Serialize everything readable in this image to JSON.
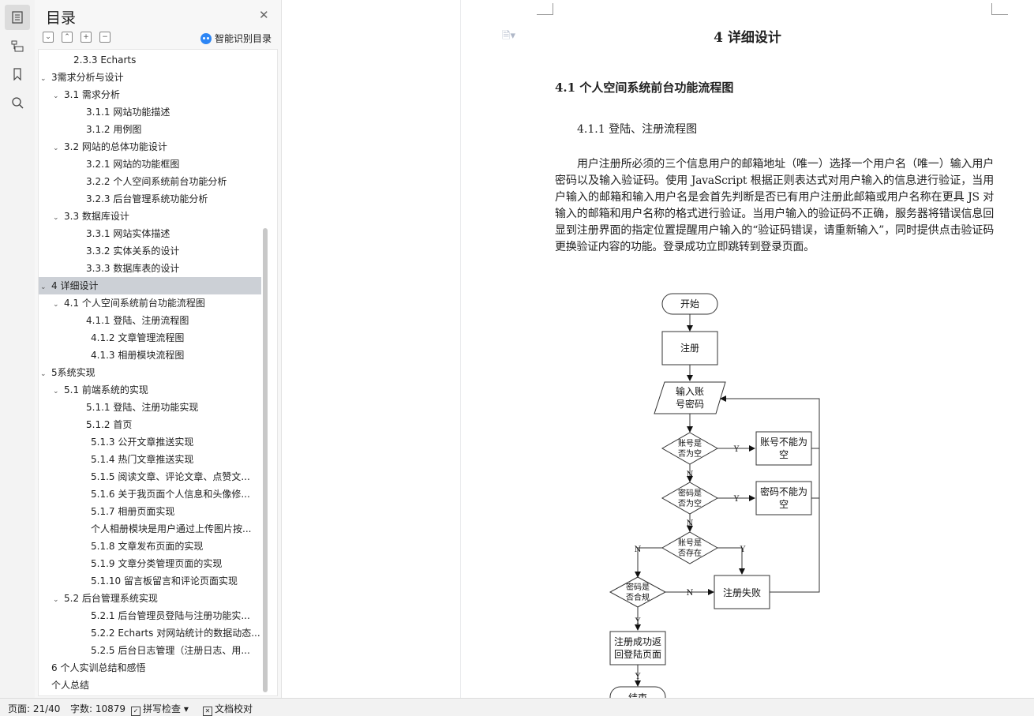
{
  "toc": {
    "title": "目录",
    "smart_label": "智能识别目录",
    "items": [
      {
        "text": "2.3.3 Echarts",
        "indent": 3,
        "chev": false
      },
      {
        "text": "3需求分析与设计",
        "indent": 1,
        "chev": true
      },
      {
        "text": "3.1 需求分析",
        "indent": 2,
        "chev": true
      },
      {
        "text": "3.1.1  网站功能描述",
        "indent": 4,
        "chev": false
      },
      {
        "text": "3.1.2  用例图",
        "indent": 4,
        "chev": false
      },
      {
        "text": "3.2  网站的总体功能设计",
        "indent": 2,
        "chev": true
      },
      {
        "text": "3.2.1 网站的功能框图",
        "indent": 4,
        "chev": false
      },
      {
        "text": "3.2.2 个人空间系统前台功能分析",
        "indent": 4,
        "chev": false
      },
      {
        "text": "3.2.3 后台管理系统功能分析",
        "indent": 4,
        "chev": false
      },
      {
        "text": "3.3 数据库设计",
        "indent": 2,
        "chev": true
      },
      {
        "text": "3.3.1  网站实体描述",
        "indent": 4,
        "chev": false
      },
      {
        "text": "3.3.2  实体关系的设计",
        "indent": 4,
        "chev": false
      },
      {
        "text": "3.3.3  数据库表的设计",
        "indent": 4,
        "chev": false
      },
      {
        "text": "4  详细设计",
        "indent": 1,
        "chev": true,
        "selected": true
      },
      {
        "text": "4.1  个人空间系统前台功能流程图",
        "indent": 2,
        "chev": true
      },
      {
        "text": "4.1.1  登陆、注册流程图",
        "indent": 4,
        "chev": false
      },
      {
        "text": "4.1.2  文章管理流程图",
        "indent": 5,
        "chev": false
      },
      {
        "text": "4.1.3  相册模块流程图",
        "indent": 5,
        "chev": false
      },
      {
        "text": "5系统实现",
        "indent": 1,
        "chev": true
      },
      {
        "text": "5.1  前端系统的实现",
        "indent": 2,
        "chev": true
      },
      {
        "text": "5.1.1  登陆、注册功能实现",
        "indent": 4,
        "chev": false
      },
      {
        "text": "5.1.2  首页",
        "indent": 4,
        "chev": false
      },
      {
        "text": "5.1.3  公开文章推送实现",
        "indent": 5,
        "chev": false
      },
      {
        "text": "5.1.4  热门文章推送实现",
        "indent": 5,
        "chev": false
      },
      {
        "text": "5.1.5  阅读文章、评论文章、点赞文...",
        "indent": 5,
        "chev": false
      },
      {
        "text": "5.1.6  关于我页面个人信息和头像修...",
        "indent": 5,
        "chev": false
      },
      {
        "text": "5.1.7  相册页面实现",
        "indent": 5,
        "chev": false
      },
      {
        "text": "个人相册模块是用户通过上传图片按...",
        "indent": 5,
        "chev": false
      },
      {
        "text": "5.1.8  文章发布页面的实现",
        "indent": 5,
        "chev": false
      },
      {
        "text": "5.1.9  文章分类管理页面的实现",
        "indent": 5,
        "chev": false
      },
      {
        "text": "5.1.10  留言板留言和评论页面实现",
        "indent": 5,
        "chev": false
      },
      {
        "text": "5.2  后台管理系统实现",
        "indent": 2,
        "chev": true
      },
      {
        "text": "5.2.1  后台管理员登陆与注册功能实...",
        "indent": 5,
        "chev": false
      },
      {
        "text": "5.2.2 Echarts 对网站统计的数据动态...",
        "indent": 5,
        "chev": false
      },
      {
        "text": "5.2.5  后台日志管理（注册日志、用...",
        "indent": 5,
        "chev": false
      },
      {
        "text": "6  个人实训总结和感悟",
        "indent": 1,
        "chev": false
      },
      {
        "text": "个人总结",
        "indent": 1,
        "chev": false
      }
    ]
  },
  "status": {
    "page": "页面: 21/40",
    "words": "字数: 10879",
    "spell": "拼写检查",
    "proof": "文档校对"
  },
  "doc": {
    "h1": "4  详细设计",
    "h2": "4.1  个人空间系统前台功能流程图",
    "h3": "4.1.1  登陆、注册流程图",
    "para": "用户注册所必须的三个信息用户的邮箱地址（唯一）选择一个用户名（唯一）输入用户密码以及输入验证码。使用 JavaScript 根据正则表达式对用户输入的信息进行验证，当用户输入的邮箱和输入用户名是会首先判断是否已有用户注册此邮箱或用户名称在更具 JS 对输入的邮箱和用户名称的格式进行验证。当用户输入的验证码不正确，服务器将错误信息回显到注册界面的指定位置提醒用户输入的“验证码错误，请重新输入”，同时提供点击验证码更换验证内容的功能。登录成功立即跳转到登录页面。"
  },
  "flow": {
    "start": "开始",
    "register": "注册",
    "input1": "输入账",
    "input2": "号密码",
    "d1a": "账号是",
    "d1b": "否为空",
    "r1a": "账号不能为",
    "r1b": "空",
    "d2a": "密码是",
    "d2b": "否为空",
    "r2a": "密码不能为",
    "r2b": "空",
    "d3a": "账号是",
    "d3b": "否存在",
    "d4a": "密码是",
    "d4b": "否合规",
    "fail": "注册失败",
    "ok1": "注册成功返",
    "ok2": "回登陆页面",
    "end": "结束",
    "yes": "Y",
    "no": "N"
  }
}
